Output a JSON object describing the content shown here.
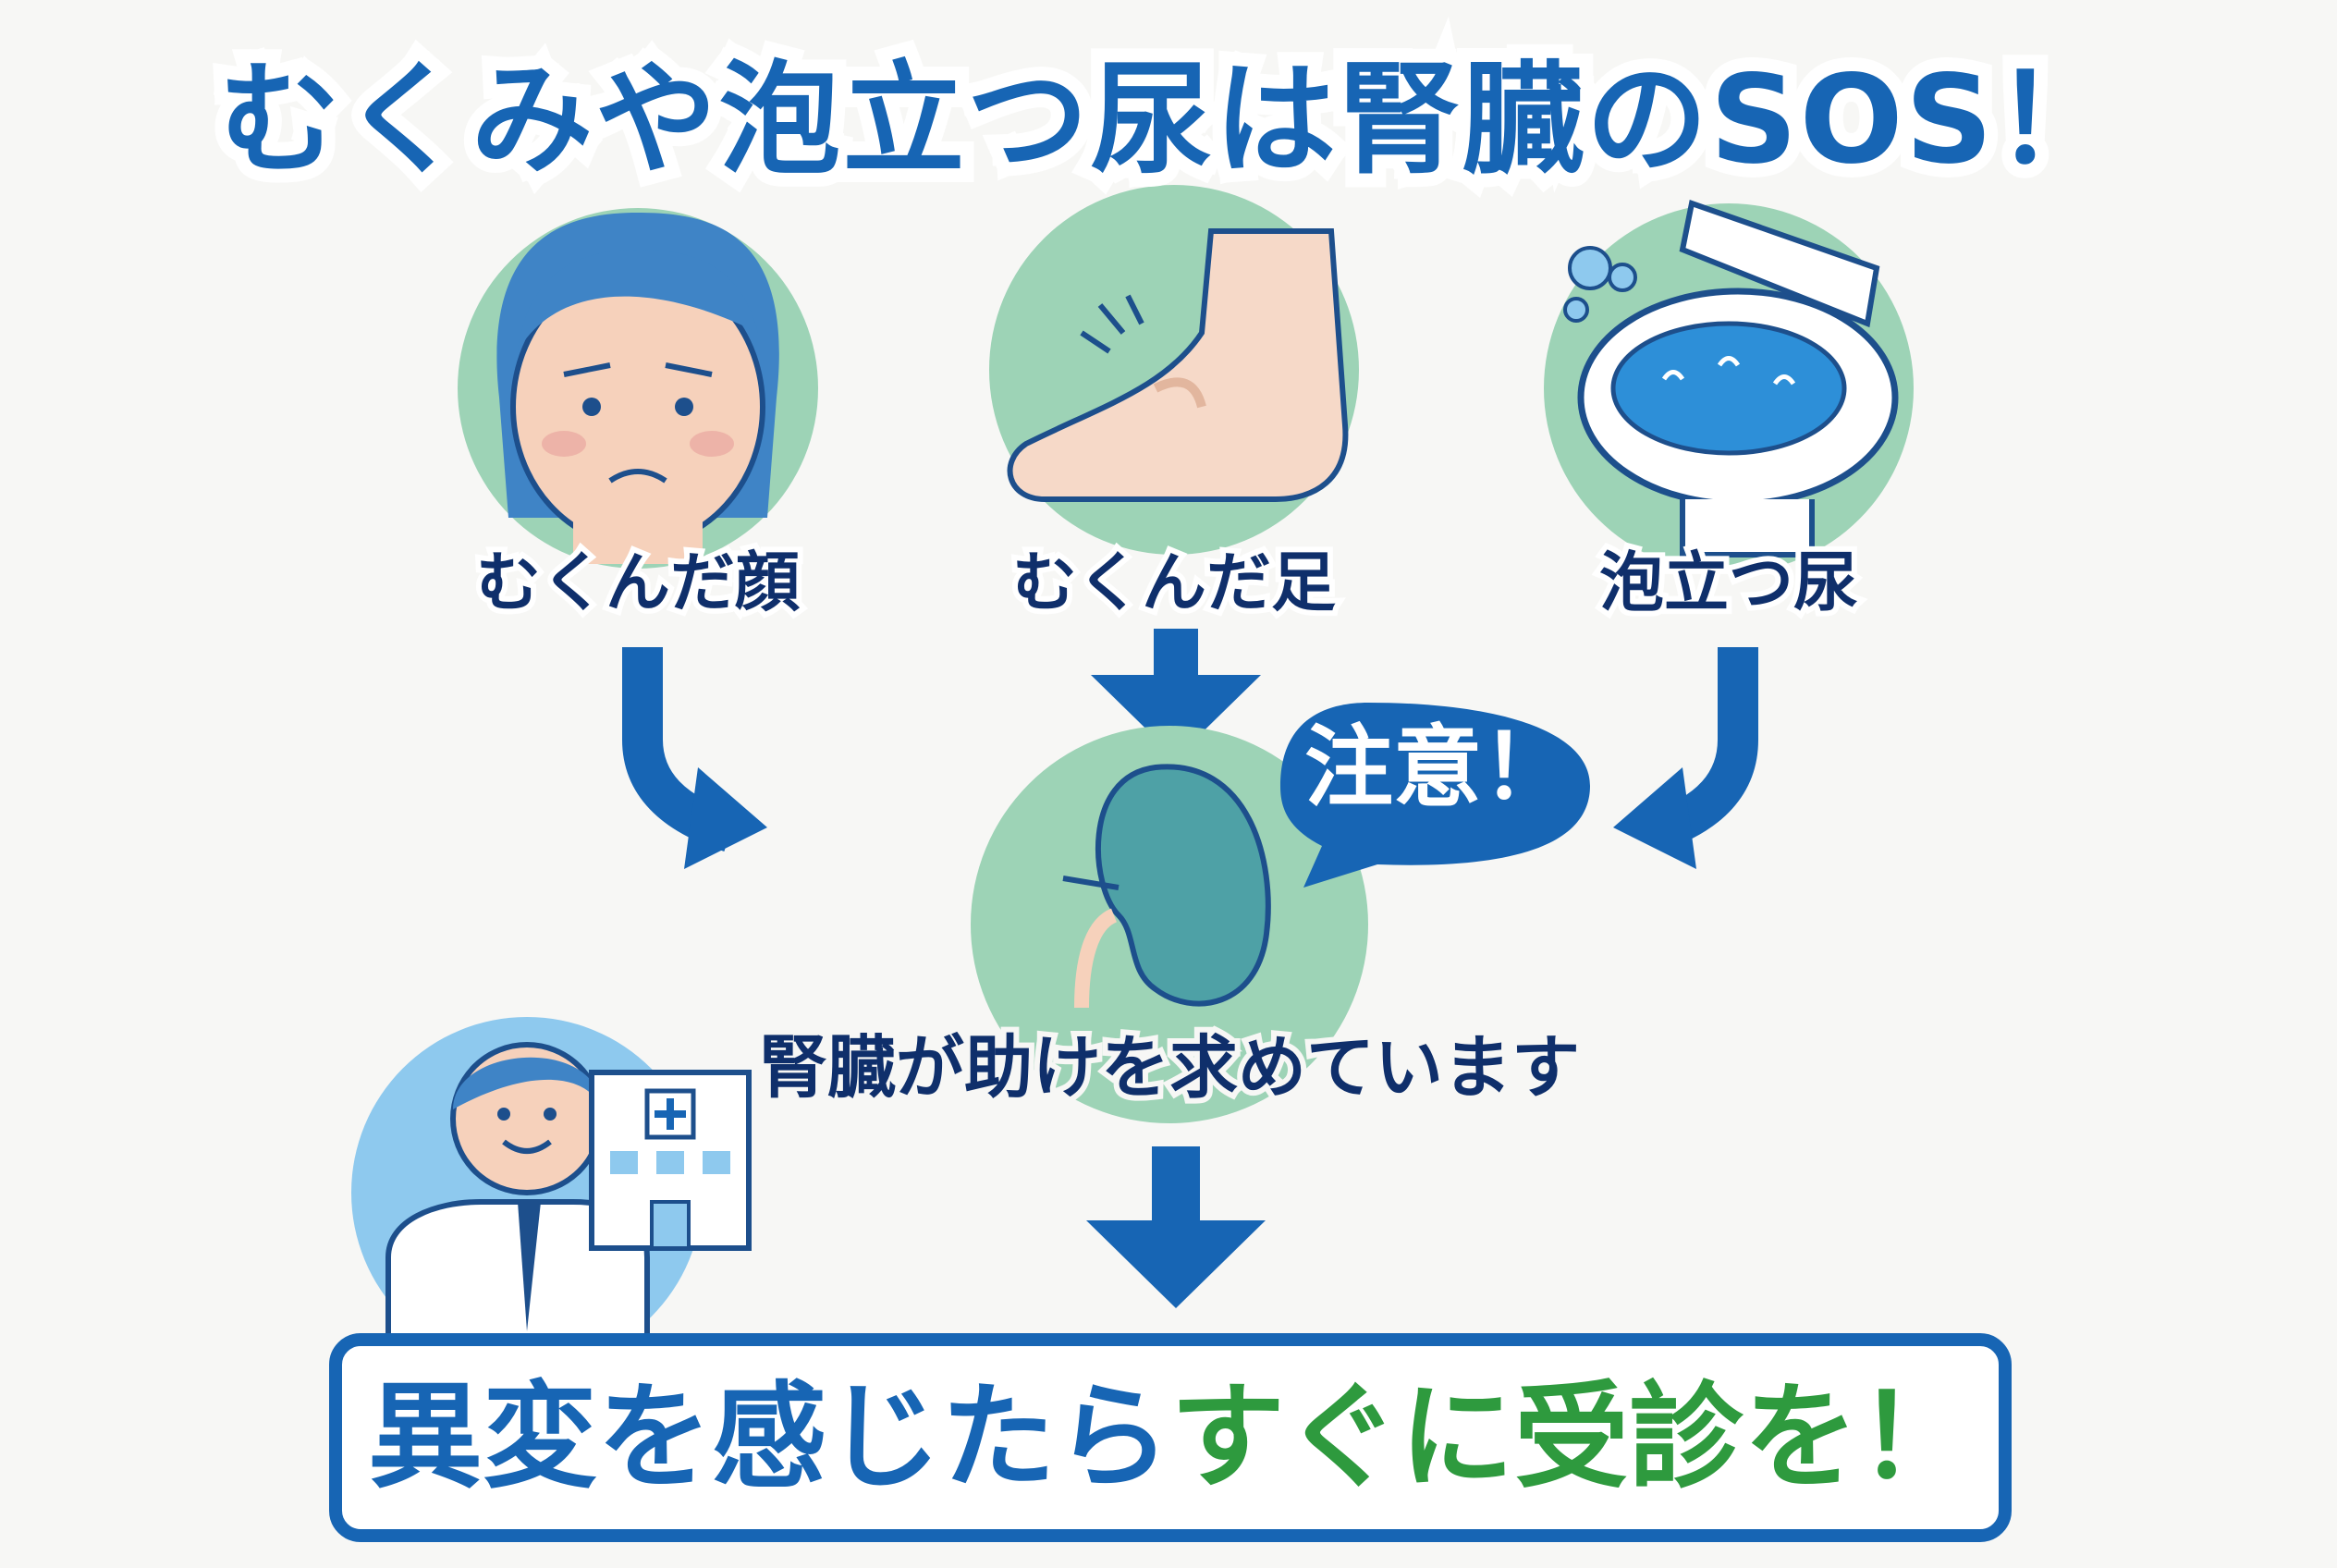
{
  "title": "むくみや泡立つ尿は腎臓のSOS！",
  "symptoms": [
    {
      "label": "むくんだ顔",
      "icon": "swollen-face-icon"
    },
    {
      "label": "むくんだ足",
      "icon": "swollen-foot-icon"
    },
    {
      "label": "泡立つ尿",
      "icon": "foamy-toilet-icon"
    }
  ],
  "caution_bubble": "注意！",
  "kidney_message": "腎臓が助けを求めています",
  "call_to_action": {
    "part1": "異変を感じたら",
    "part2": "すぐに受診を！"
  },
  "icons": [
    "kidney-icon",
    "doctor-icon",
    "hospital-icon"
  ],
  "colors": {
    "brand_blue": "#1765b4",
    "dark_navy": "#0f2f6b",
    "mint_circle": "#9dd3b6",
    "sky_circle": "#8ec9ee",
    "cta_green": "#2e9a3e"
  }
}
